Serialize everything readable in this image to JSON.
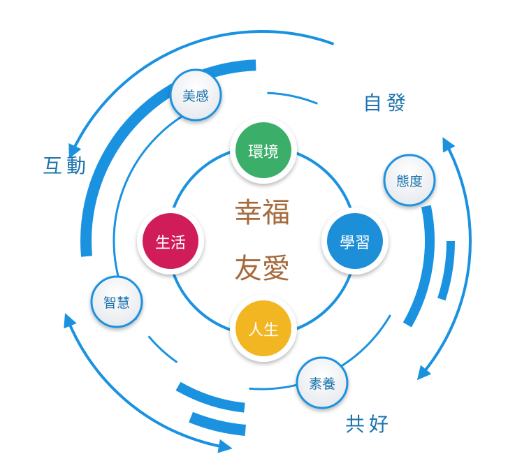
{
  "center": {
    "line1": "幸福",
    "line2": "友愛"
  },
  "inner_nodes": [
    {
      "id": "env",
      "label": "環境",
      "color": "#3aaf6b"
    },
    {
      "id": "learn",
      "label": "學習",
      "color": "#1c8fd8"
    },
    {
      "id": "life2",
      "label": "人生",
      "color": "#f2b622"
    },
    {
      "id": "live",
      "label": "生活",
      "color": "#d11f5a"
    }
  ],
  "outer_nodes": [
    {
      "id": "beauty",
      "label": "美感"
    },
    {
      "id": "attitude",
      "label": "態度"
    },
    {
      "id": "literacy",
      "label": "素養"
    },
    {
      "id": "wisdom",
      "label": "智慧"
    }
  ],
  "keywords": [
    {
      "id": "initiative",
      "label": "自發"
    },
    {
      "id": "interaction",
      "label": "互動"
    },
    {
      "id": "common-good",
      "label": "共好"
    }
  ],
  "colors": {
    "ring_blue": "#1a92e0",
    "label_blue": "#1d73ad",
    "center_text": "#a66a3c"
  }
}
